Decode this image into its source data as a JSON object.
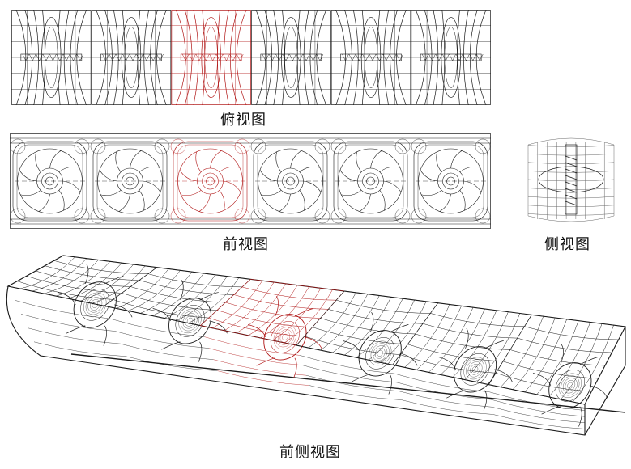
{
  "labels": {
    "top": "俯视图",
    "front": "前视图",
    "side": "侧视图",
    "iso": "前侧视图"
  },
  "modules": {
    "count": 6,
    "highlighted_index": 2
  },
  "colors": {
    "line": "#1a1a1a",
    "light_line": "#6a6a6a",
    "highlight": "#b01515",
    "background": "#ffffff"
  }
}
